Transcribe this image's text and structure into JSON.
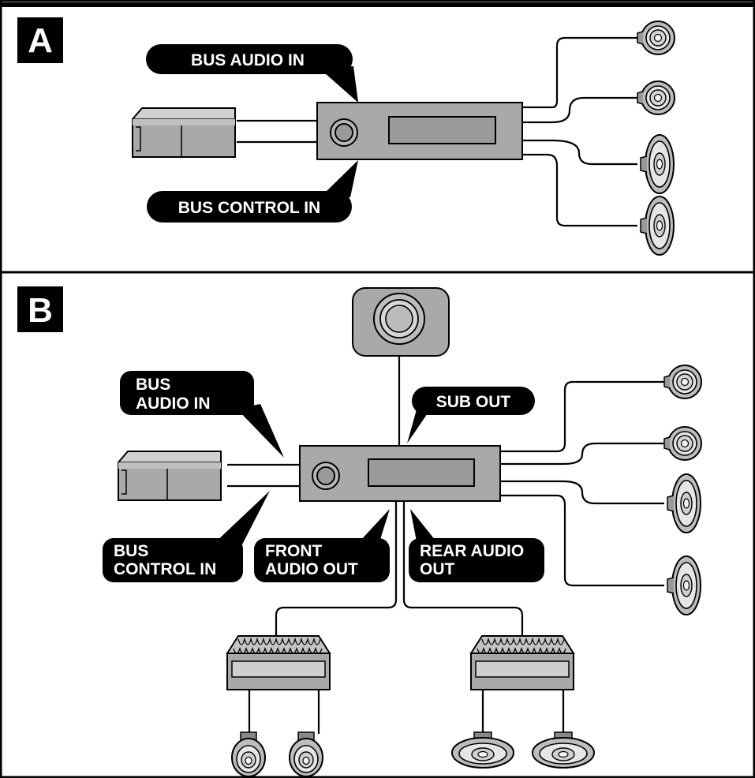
{
  "panels": [
    {
      "letter": "A",
      "labels": {
        "bus_audio_in": "BUS AUDIO IN",
        "bus_control_in": "BUS CONTROL IN"
      }
    },
    {
      "letter": "B",
      "labels": {
        "bus_audio_in_line1": "BUS",
        "bus_audio_in_line2": "AUDIO IN",
        "sub_out": "SUB OUT",
        "bus_control_in_line1": "BUS",
        "bus_control_in_line2": "CONTROL IN",
        "front_audio_out_line1": "FRONT",
        "front_audio_out_line2": "AUDIO OUT",
        "rear_audio_out_line1": "REAR AUDIO",
        "rear_audio_out_line2": "OUT"
      }
    }
  ],
  "colors": {
    "unit_fill": "#a9a9a9",
    "unit_light": "#cfcfcf",
    "label_bg": "#000000",
    "label_text": "#ffffff"
  },
  "icons": [
    "cd-changer-icon",
    "head-unit-icon",
    "tweeter-icon",
    "oval-speaker-icon",
    "subwoofer-icon",
    "amplifier-icon"
  ]
}
